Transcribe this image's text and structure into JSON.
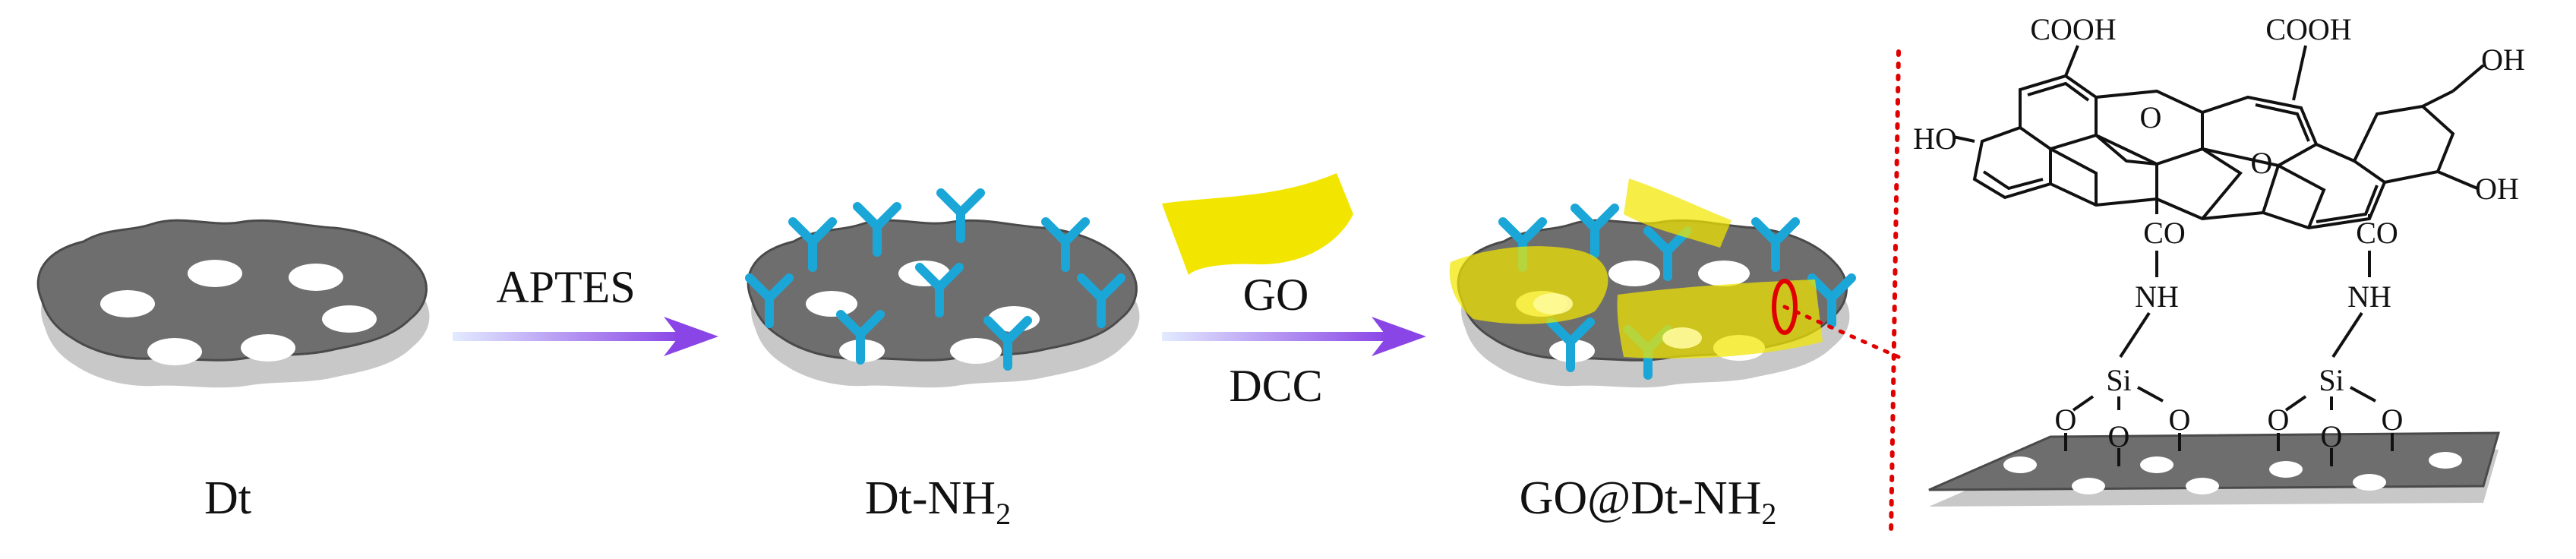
{
  "stages": {
    "dt": {
      "label": "Dt"
    },
    "dt_nh2": {
      "label_main": "Dt-NH",
      "label_sub": "2"
    },
    "go_dt_nh2": {
      "label_main": "GO@Dt-NH",
      "label_sub": "2"
    }
  },
  "arrows": {
    "step1": {
      "reagent": "APTES"
    },
    "step2": {
      "reagent_top": "GO",
      "reagent_bottom": "DCC"
    }
  },
  "structure": {
    "cooh_left": "COOH",
    "cooh_right": "COOH",
    "oh_top_right": "OH",
    "oh_left": "HO",
    "oh_right": "OH",
    "ring_o_1": "O",
    "ring_o_2": "O",
    "co_left": "CO",
    "co_right": "CO",
    "nh_left": "NH",
    "nh_right": "NH",
    "si_left": "Si",
    "si_right": "Si",
    "o_label": "O"
  },
  "colors": {
    "disc": "#6e6e6e",
    "disc_shadow": "#c8c8c8",
    "amine": "#1aa7d8",
    "graphene_oxide": "#f2e600",
    "arrow_start": "#dbe6ff",
    "arrow_end": "#8a45e6",
    "divider": "#e00000"
  }
}
